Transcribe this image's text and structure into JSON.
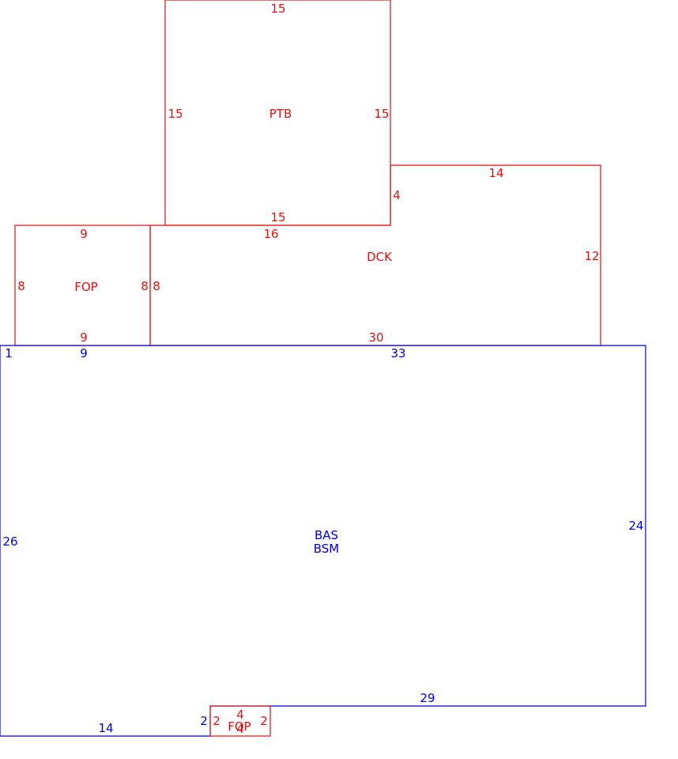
{
  "colors": {
    "main": "#0000cc",
    "addition": "#dd1111",
    "background": "#ffffff"
  },
  "areas": {
    "ptb": {
      "label": "PTB",
      "dims": {
        "top": "15",
        "left": "15",
        "right": "15",
        "bottom": "15"
      }
    },
    "dck": {
      "label": "DCK",
      "dims": {
        "top_ext": "14",
        "step": "4",
        "right": "12",
        "top": "16",
        "left": "8",
        "bottom": "30"
      }
    },
    "fop_rear": {
      "label": "FOP",
      "dims": {
        "top": "9",
        "left": "8",
        "right": "8",
        "bottom": "9"
      }
    },
    "bas": {
      "label_line1": "BAS",
      "label_line2": "BSM",
      "dims": {
        "step": "1",
        "top_left": "9",
        "top": "33",
        "left": "26",
        "right": "24",
        "bottom_right": "29",
        "bottom_left": "14",
        "notch": "2"
      }
    },
    "fop_front": {
      "label": "FOP",
      "dims": {
        "top": "4",
        "bottom": "4",
        "left": "2",
        "right": "2"
      }
    }
  }
}
